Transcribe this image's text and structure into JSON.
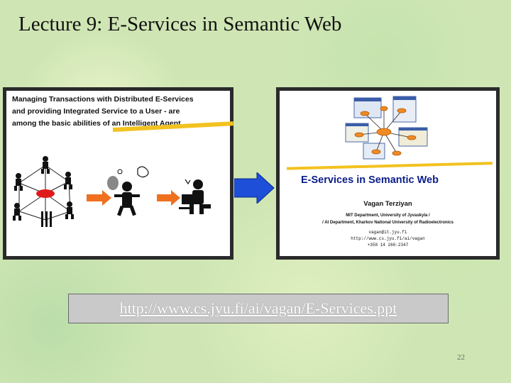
{
  "slide": {
    "title": "Lecture 9: E-Services in Semantic Web",
    "page_number": "22"
  },
  "left_panel": {
    "heading_lines": [
      "Managing Transactions with Distributed E-Services",
      "and providing Integrated Service to a User -  are",
      "among the basic abilities of an Intelligent Agent"
    ],
    "accent_color": "#f2c21f",
    "arrow_color": "#f07020"
  },
  "arrow": {
    "color": "#1d4fd8"
  },
  "right_panel": {
    "title": "E-Services in Semantic Web",
    "title_color": "#0b1d8a",
    "author": "Vagan Terziyan",
    "affiliations": [
      "MIT Department, University of Jyvaskyla /",
      "/ AI Department, Kharkov National University of Radioelectronics"
    ],
    "contacts": [
      "vagan@it.jyu.fi",
      "http://www.cs.jyu.fi/ai/vagan",
      "+358 14 260-2347"
    ]
  },
  "link": {
    "url": "http://www.cs.jyu.fi/ai/vagan/E-Services.ppt"
  }
}
